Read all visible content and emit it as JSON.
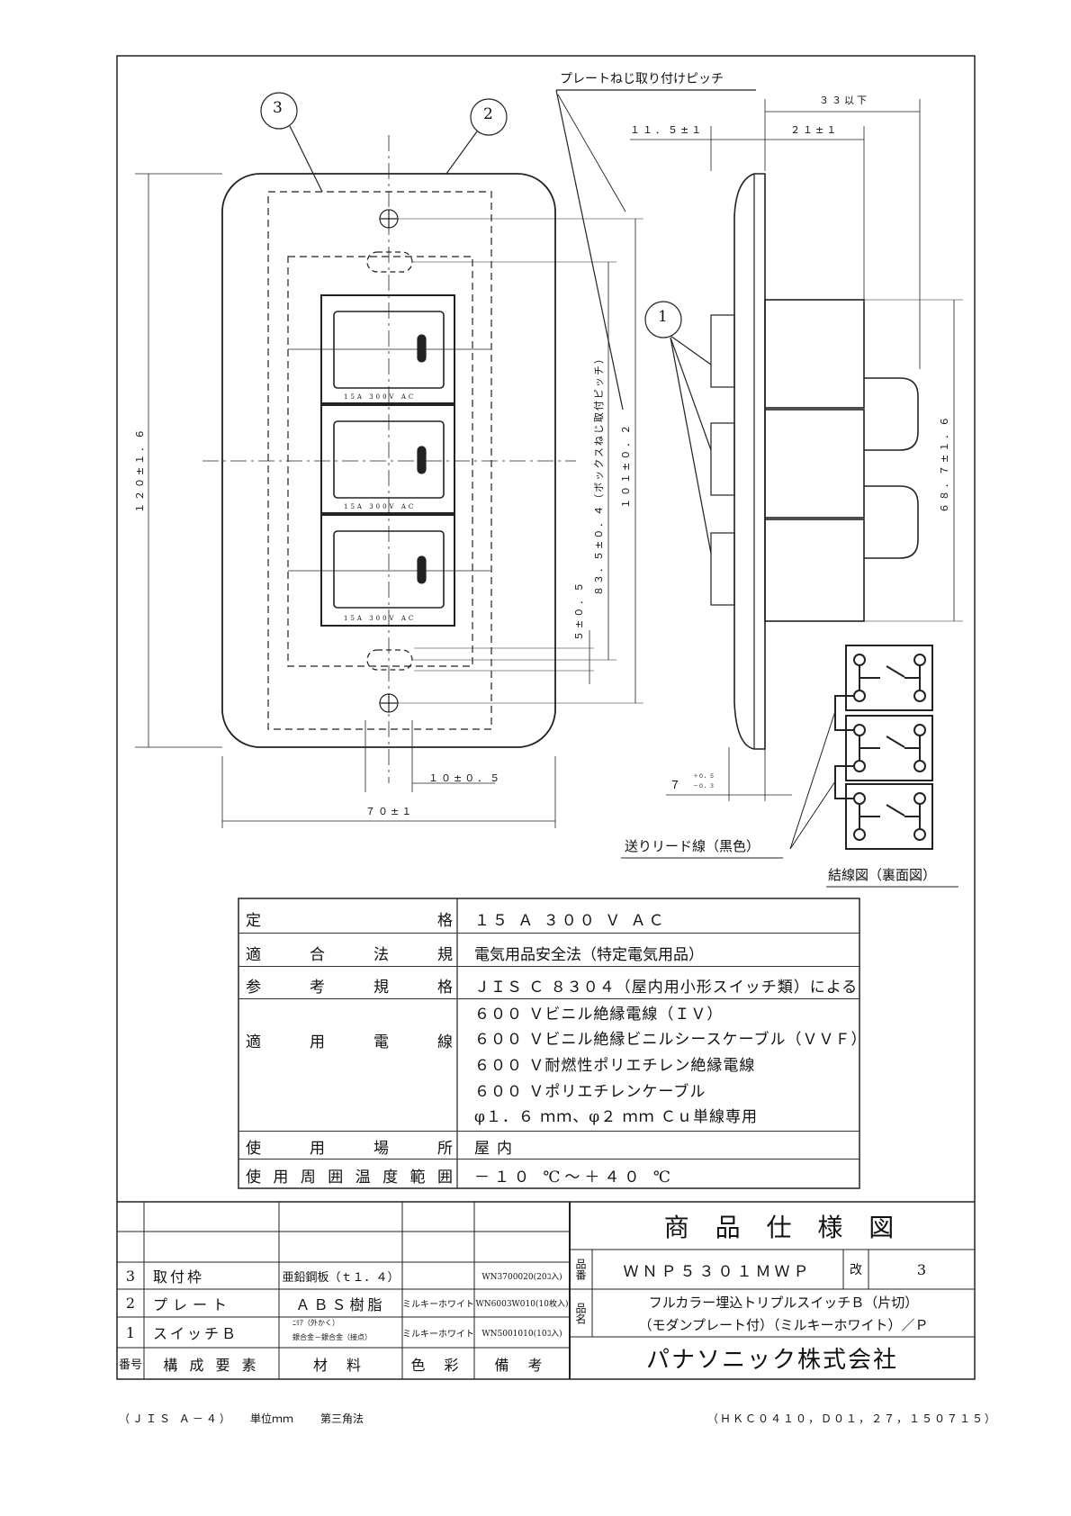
{
  "drawing": {
    "balloons": [
      "3",
      "2",
      "1"
    ],
    "dims": {
      "plate_pitch_note": "プレートねじ取り付けピッチ",
      "depth_max": "３３以下",
      "front_depth": "１１．５±１",
      "back_depth": "２１±１",
      "height": "１２０±１．６",
      "width": "７０±１",
      "screw_offset": "１０±０．５",
      "box_pitch": "８３．５±０．４（ボックスねじ取付ピッチ）",
      "plate_pitch": "１０１±０．２",
      "small_offset": "５±０．５",
      "side_height": "６８．７±１．６",
      "plate_thickness": "７",
      "plate_thickness_tol_plus": "＋０．５",
      "plate_thickness_tol_minus": "－０．３"
    },
    "switch_rating_label": "15A 300V AC",
    "lead_note": "送りリード線（黒色）",
    "wiring_caption": "結線図（裏面図）"
  },
  "spec": [
    {
      "label": [
        "定",
        "格"
      ],
      "values": [
        "１５ Ａ ３００ Ｖ ＡＣ"
      ]
    },
    {
      "label": [
        "適",
        "合",
        "法",
        "規"
      ],
      "values": [
        "電気用品安全法（特定電気用品）"
      ]
    },
    {
      "label": [
        "参",
        "考",
        "規",
        "格"
      ],
      "values": [
        "ＪＩＳ Ｃ ８３０４（屋内用小形スイッチ類）による"
      ]
    },
    {
      "label": [
        "適",
        "用",
        "電",
        "線"
      ],
      "values": [
        "６００ Ｖビニル絶縁電線（ＩＶ）",
        "６００ Ｖビニル絶縁ビニルシースケーブル（ＶＶＦ）",
        "６００ Ｖ耐燃性ポリエチレン絶縁電線",
        "６００ Ｖポリエチレンケーブル",
        "φ１．６ ｍｍ、φ２ ｍｍ Ｃｕ単線専用"
      ]
    },
    {
      "label": [
        "使",
        "用",
        "場",
        "所"
      ],
      "values": [
        "屋内"
      ]
    },
    {
      "label": [
        "使",
        "用",
        "周",
        "囲",
        "温",
        "度",
        "範",
        "囲"
      ],
      "values": [
        "－１０ ℃～＋４０ ℃"
      ]
    }
  ],
  "parts": {
    "header": [
      "番号",
      "構 成 要 素",
      "材 料",
      "色 彩",
      "備 考"
    ],
    "rows": [
      {
        "no": "3",
        "name": "取付枠",
        "material": "亜鉛鋼板（ｔ１．４）",
        "material2": "",
        "color": "",
        "note": "WN3700020(20ｺ入)"
      },
      {
        "no": "2",
        "name": "プレート",
        "material": "ＡＢＳ樹脂",
        "material2": "",
        "color": "ミルキーホワイト",
        "note": "WN6003W010(10枚入)"
      },
      {
        "no": "1",
        "name": "スイッチＢ",
        "material": "ﾆﾘｱ（外かく）",
        "material2": "銀合金－銀合金（接点）",
        "color": "ミルキーホワイト",
        "note": "WN5001010(10ｺ入)"
      }
    ]
  },
  "title_block": {
    "title": "商 品 仕 様 図",
    "part_no_label": "品番",
    "part_no": "ＷＮＰ５３０１ＭＷＰ",
    "rev_label": "改",
    "rev": "3",
    "name_label": "品名",
    "name_line1": "フルカラー埋込トリプルスイッチＢ（片切）",
    "name_line2": "（モダンプレート付）（ミルキーホワイト）／Ｐ",
    "company": "パナソニック株式会社"
  },
  "footer": {
    "paper": "（ＪＩＳ Ａ－４）",
    "unit": "単位ｍｍ",
    "projection": "第三角法",
    "code": "（ＨＫＣ０４１０，Ｄ０１，２７，１５０７１５）"
  }
}
